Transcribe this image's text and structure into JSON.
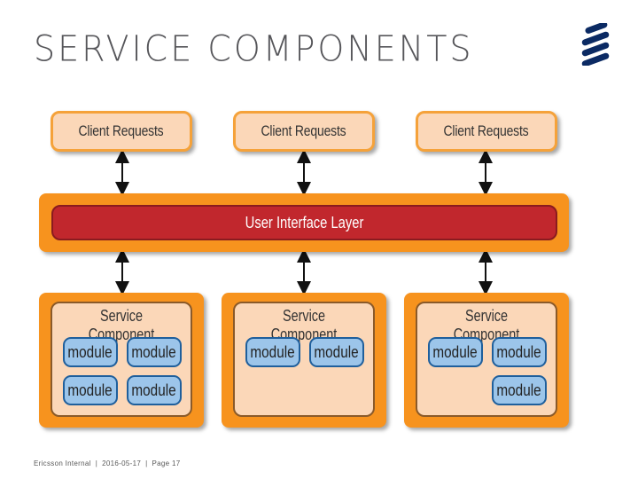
{
  "title": "Service Components",
  "footer": {
    "company": "Ericsson Internal",
    "date": "2016-05-17",
    "page": "Page 17"
  },
  "diagram": {
    "client_label": "Client Requests",
    "ui_layer_label": "User Interface Layer",
    "service_label": "Service Component",
    "module_label": "module"
  },
  "colors": {
    "orange": "#f7931e",
    "peach": "#fbd7b8",
    "red": "#c1272d",
    "module_blue": "#9cc5ea",
    "logo_navy": "#0b2a63"
  }
}
